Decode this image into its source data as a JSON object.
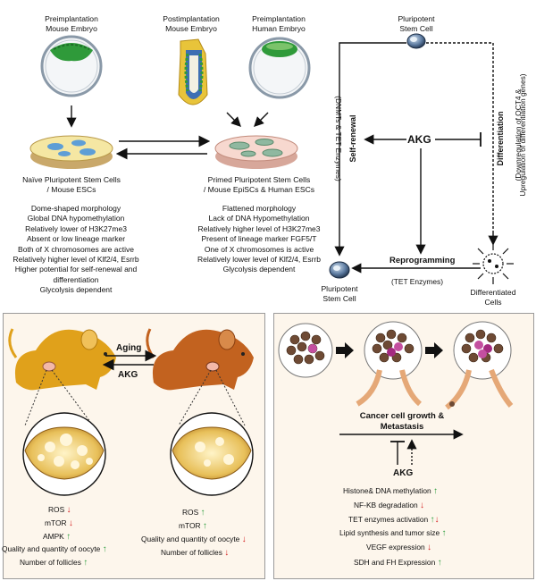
{
  "colors": {
    "up_arrow": "#2e9e3e",
    "down_arrow": "#d42020",
    "mouse_young": "#e0a11b",
    "mouse_aged": "#c2621f",
    "panel_bg": "#fdf6ec"
  },
  "top_left": {
    "embryo1_label": [
      "Preimplantation",
      "Mouse Embryo"
    ],
    "embryo2_label": [
      "Postimplantation",
      "Mouse Embryo"
    ],
    "embryo3_label": [
      "Preimplantation",
      "Human Embryo"
    ],
    "naive_title": [
      "Naïve Pluripotent Stem Cells",
      "/ Mouse ESCs"
    ],
    "primed_title": [
      "Primed Pluripotent Stem Cells",
      "/ Mouse EpiSCs & Human ESCs"
    ],
    "naive_props": [
      "Dome-shaped morphology",
      "Global DNA hypomethylation",
      "Relatively lower of H3K27me3",
      "Absent or low lineage marker",
      "Both of X chromosomes are active",
      "Relatively higher level of Klf2/4, Esrrb",
      "Higher potential for self-renewal and",
      "differentiation",
      "Glycolysis dependent"
    ],
    "primed_props": [
      "Flattened morphology",
      "Lack of DNA Hypomethylation",
      "Relatively higher level of H3K27me3",
      "Present of lineage marker FGF5/T",
      "One of X chromosomes is active",
      "Relatively lower level of Klf2/4, Esrrb",
      "Glycolysis dependent"
    ]
  },
  "top_right": {
    "top_cell_label": [
      "Pluripotent",
      "Stem Cell"
    ],
    "bottom_cell_label": [
      "Pluripotent",
      "Stem Cell"
    ],
    "diff_cells_label": [
      "Differentiated",
      "Cells"
    ],
    "akg": "AKG",
    "self_renewal": "Self-renewal",
    "self_renewal_note": "(DNMTs & TET Enzymes)",
    "differentiation": "Differentiation",
    "differentiation_note": "(Downregulation of OCT4 &",
    "differentiation_note2": "Upregulation of differentiation genes)",
    "reprogramming": "Reprogramming",
    "reprogramming_note": "(TET Enzymes)"
  },
  "bottom_left": {
    "aging": "Aging",
    "akg": "AKG",
    "young_markers": [
      {
        "label": "ROS",
        "dir": "down"
      },
      {
        "label": "mTOR",
        "dir": "down"
      },
      {
        "label": "AMPK",
        "dir": "up"
      },
      {
        "label": "Quality and quantity of oocyte",
        "dir": "up"
      },
      {
        "label": "Number of follicles",
        "dir": "up"
      }
    ],
    "aged_markers": [
      {
        "label": "ROS",
        "dir": "up"
      },
      {
        "label": "mTOR",
        "dir": "up"
      },
      {
        "label": "Quality and quantity of oocyte",
        "dir": "down"
      },
      {
        "label": "Number of follicles",
        "dir": "down"
      }
    ]
  },
  "bottom_right": {
    "title": "Cancer cell growth  &",
    "title2": "Metastasis",
    "akg": "AKG",
    "effects": [
      {
        "label": "Histone& DNA methylation",
        "dirs": [
          "up"
        ]
      },
      {
        "label": "NF-KB degradation",
        "dirs": [
          "down"
        ]
      },
      {
        "label": "TET enzymes activation",
        "dirs": [
          "up",
          "down"
        ]
      },
      {
        "label": "Lipid synthesis and tumor size",
        "dirs": [
          "up"
        ]
      },
      {
        "label": "VEGF expression",
        "dirs": [
          "down"
        ]
      },
      {
        "label": "SDH and FH Expression",
        "dirs": [
          "up"
        ]
      }
    ]
  }
}
